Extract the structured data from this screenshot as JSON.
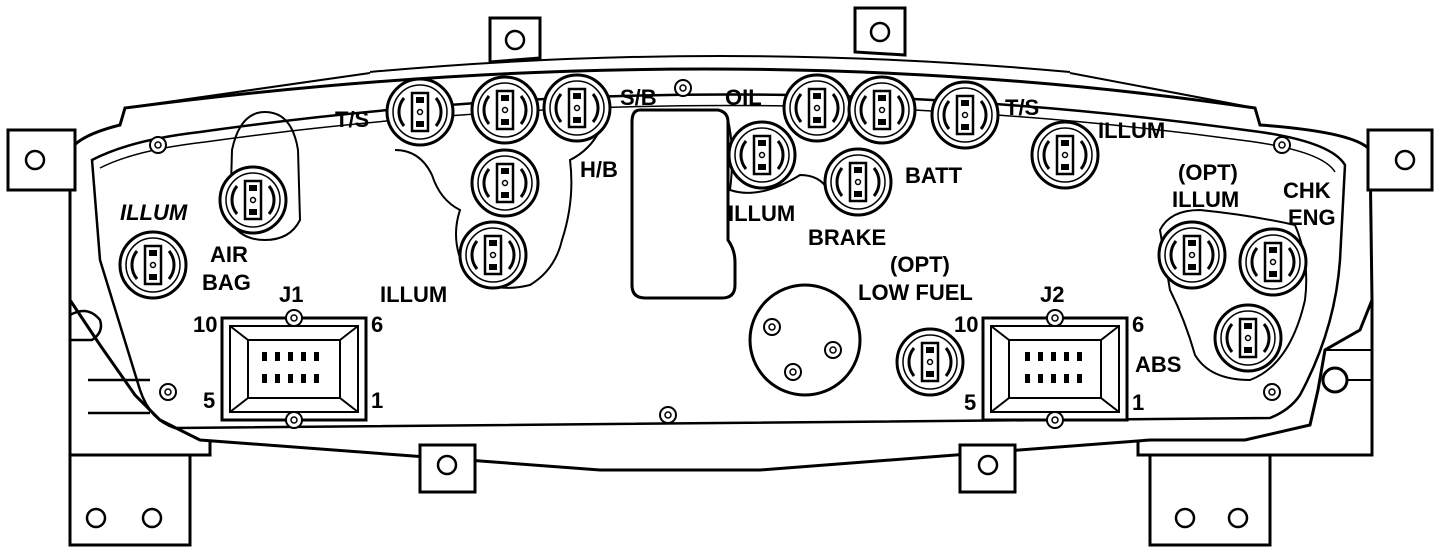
{
  "labels": {
    "ts_left": "T/S",
    "sb": "S/B",
    "hb": "H/B",
    "illum_left": "ILLUM",
    "airbag_1": "AIR",
    "airbag_2": "BAG",
    "illum_bottom_left": "ILLUM",
    "j1": "J1",
    "j1_pin10": "10",
    "j1_pin6": "6",
    "j1_pin5": "5",
    "j1_pin1": "1",
    "oil": "OIL",
    "ts_right": "T/S",
    "illum_center": "ILLUM",
    "batt": "BATT",
    "brake": "BRAKE",
    "illum_right": "ILLUM",
    "opt_illum_1": "(OPT)",
    "opt_illum_2": "ILLUM",
    "chk_eng_1": "CHK",
    "chk_eng_2": "ENG",
    "opt_low_fuel_1": "(OPT)",
    "opt_low_fuel_2": "LOW FUEL",
    "j2": "J2",
    "j2_pin10": "10",
    "j2_pin6": "6",
    "j2_pin5": "5",
    "j2_pin1": "1",
    "abs": "ABS"
  },
  "colors": {
    "line": "#000000",
    "background": "#ffffff"
  }
}
